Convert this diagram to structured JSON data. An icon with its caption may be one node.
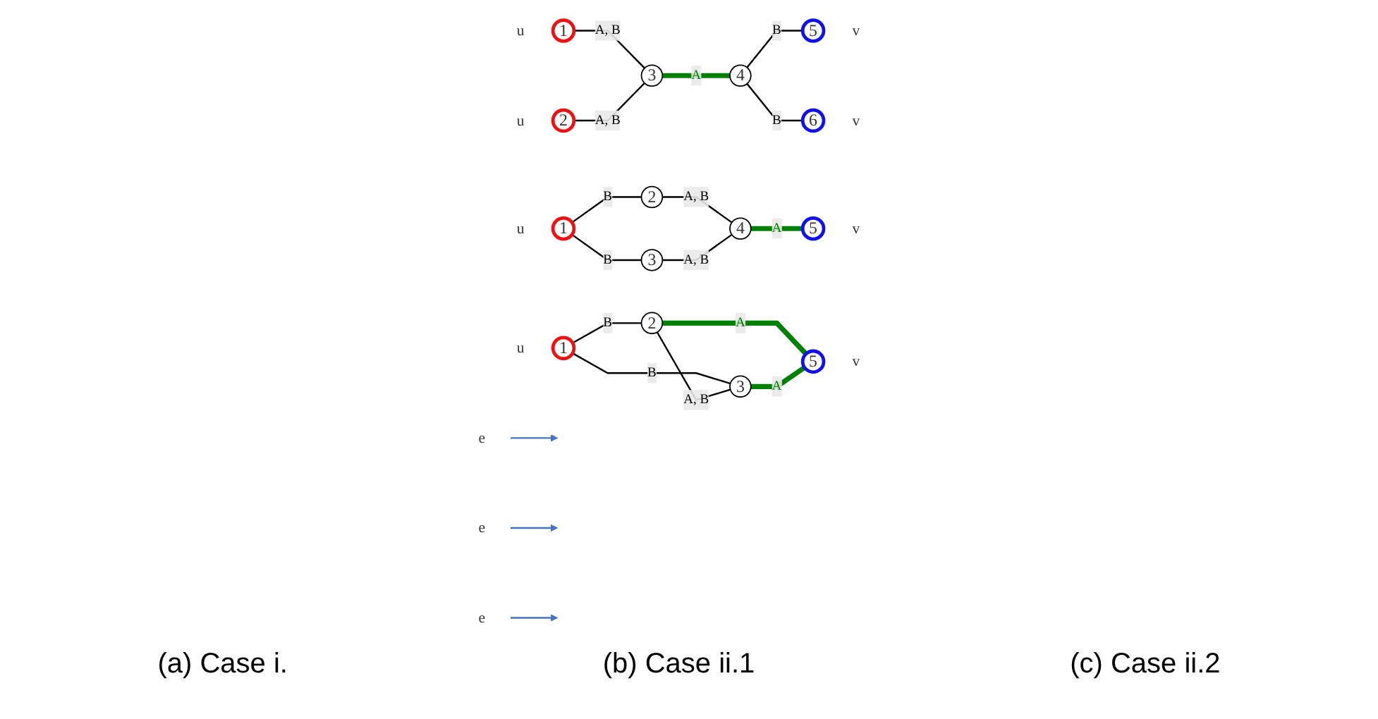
{
  "diagram": {
    "nodes": [
      {
        "text": [
          "1"
        ],
        "beside": [
          "u"
        ]
      },
      {
        "text": [
          "2"
        ],
        "beside": [
          "u"
        ]
      },
      {
        "text": [
          "3"
        ]
      },
      {
        "text": [
          "4"
        ]
      },
      {
        "text": [
          "5"
        ],
        "beside": [
          "v"
        ]
      },
      {
        "text": [
          "6"
        ],
        "beside": [
          "v"
        ]
      },
      {
        "text": [
          "e"
        ]
      },
      {
        "text": [
          "1"
        ],
        "beside": [
          "u"
        ]
      },
      {
        "text": [
          "2"
        ]
      },
      {
        "text": [
          "3"
        ]
      },
      {
        "text": [
          "4"
        ]
      },
      {
        "text": [
          "5"
        ],
        "beside": [
          "v"
        ]
      },
      {
        "text": [
          "e"
        ]
      },
      {
        "text": [
          "1"
        ],
        "beside": [
          "u"
        ]
      },
      {
        "text": [
          "2"
        ]
      },
      {
        "text": [
          "3"
        ]
      },
      {
        "text": [
          "5"
        ],
        "beside": [
          "v"
        ]
      },
      {
        "text": [
          "e"
        ]
      }
    ],
    "edges": [
      {
        "from": 0,
        "to": 2,
        "arrow": "none",
        "label": "A, B"
      },
      {
        "from": 1,
        "to": 2,
        "arrow": "none",
        "label": "A, B"
      },
      {
        "from": 2,
        "to": 3,
        "arrow": "none",
        "label": "A",
        "style": "thick",
        "color": "#008000"
      },
      {
        "from": 3,
        "to": 4,
        "arrow": "none",
        "label": "B"
      },
      {
        "from": 3,
        "to": 5,
        "arrow": "none",
        "label": "B"
      },
      {
        "from": 6,
        "to": null,
        "arrow": "to",
        "color": "#4472c4"
      },
      {
        "from": 7,
        "to": 8,
        "arrow": "none",
        "label": "B"
      },
      {
        "from": 7,
        "to": 9,
        "arrow": "none",
        "label": "B"
      },
      {
        "from": 8,
        "to": 10,
        "arrow": "none",
        "label": "A, B"
      },
      {
        "from": 9,
        "to": 10,
        "arrow": "none",
        "label": "A, B"
      },
      {
        "from": 10,
        "to": 11,
        "arrow": "none",
        "label": "A",
        "style": "thick",
        "color": "#008000"
      },
      {
        "from": 12,
        "to": null,
        "arrow": "to",
        "color": "#4472c4"
      },
      {
        "from": 13,
        "to": 14,
        "arrow": "none",
        "label": "B"
      },
      {
        "from": 13,
        "to": 15,
        "arrow": "none",
        "label": "B"
      },
      {
        "from": 14,
        "to": 15,
        "arrow": "none",
        "label": "A, B"
      },
      {
        "from": 14,
        "to": 16,
        "arrow": "none",
        "label": "A",
        "style": "thick",
        "color": "#008000"
      },
      {
        "from": 15,
        "to": 16,
        "arrow": "none",
        "label": "A",
        "style": "thick",
        "color": "#008000"
      },
      {
        "from": 17,
        "to": null,
        "arrow": "to",
        "color": "#4472c4"
      }
    ],
    "labels": [
      "(a) Case i.",
      "(b) Case ii.1",
      "(c) Case ii.2"
    ]
  }
}
